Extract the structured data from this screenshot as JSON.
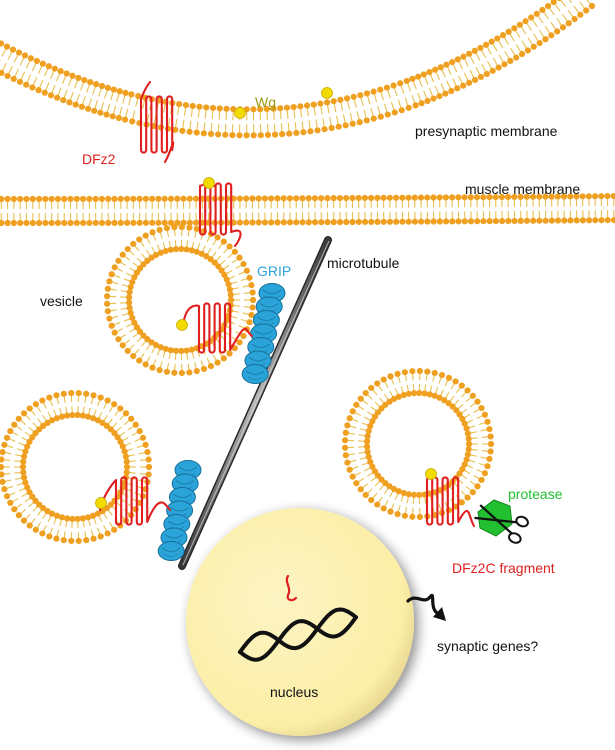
{
  "labels": {
    "wg": "Wg",
    "dfz2": "DFz2",
    "presynaptic_membrane": "presynaptic membrane",
    "muscle_membrane": "muscle membrane",
    "grip": "GRIP",
    "microtubule": "microtubule",
    "vesicle": "vesicle",
    "protease": "protease",
    "dfz2c_fragment": "DFz2C fragment",
    "synaptic_genes": "synaptic genes?",
    "nucleus": "nucleus"
  },
  "colors": {
    "lipid_head": "#f0a020",
    "lipid_tail": "#e6c050",
    "receptor": "#e02020",
    "wg_ligand": "#f2dc00",
    "wg_label": "#9a9a10",
    "grip": "#2aa3d8",
    "grip_label": "#2aa3d8",
    "microtubule": "#6a6a6a",
    "nucleus_fill": "#fbeea6",
    "protease": "#22c030",
    "protease_label": "#22c030",
    "dfz2_label": "#e02020",
    "fragment_label": "#e02020",
    "text": "#111111"
  },
  "icons": [
    "scissors-icon",
    "squiggle-arrow-icon",
    "dna-helix-icon"
  ]
}
